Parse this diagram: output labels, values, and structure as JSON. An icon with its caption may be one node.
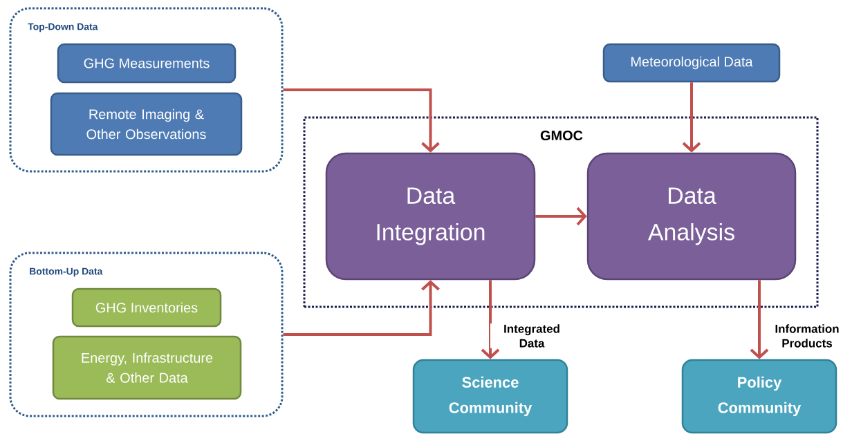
{
  "diagram": {
    "nodes": [
      {
        "text": [
          "Top-Down Data"
        ]
      },
      {
        "text": [
          "GHG Measurements"
        ],
        "in": 0
      },
      {
        "text": [
          "Remote Imaging & Other Observations"
        ],
        "in": 0
      },
      {
        "text": [
          "Bottom-Up Data"
        ]
      },
      {
        "text": [
          "GHG Inventories"
        ],
        "in": 3
      },
      {
        "text": [
          "Energy, Infrastructure & Other Data"
        ],
        "in": 3
      },
      {
        "text": [
          "Meteorological Data"
        ]
      },
      {
        "text": [
          "GMOC"
        ]
      },
      {
        "text": [
          "Data Integration"
        ],
        "in": 7
      },
      {
        "text": [
          "Data Analysis"
        ],
        "in": 7
      },
      {
        "text": [
          "Science Community"
        ]
      },
      {
        "text": [
          "Policy Community"
        ]
      }
    ],
    "edges": [
      {
        "from": 0,
        "to": 8,
        "arrow": "to"
      },
      {
        "from": 3,
        "to": 8,
        "arrow": "to"
      },
      {
        "from": 8,
        "to": 9,
        "arrow": "to"
      },
      {
        "from": 6,
        "to": 9,
        "arrow": "to"
      },
      {
        "from": 8,
        "to": 10,
        "arrow": "to",
        "label": "Integrated Data"
      },
      {
        "from": 9,
        "to": 11,
        "arrow": "to",
        "label": "Information Products"
      }
    ]
  }
}
